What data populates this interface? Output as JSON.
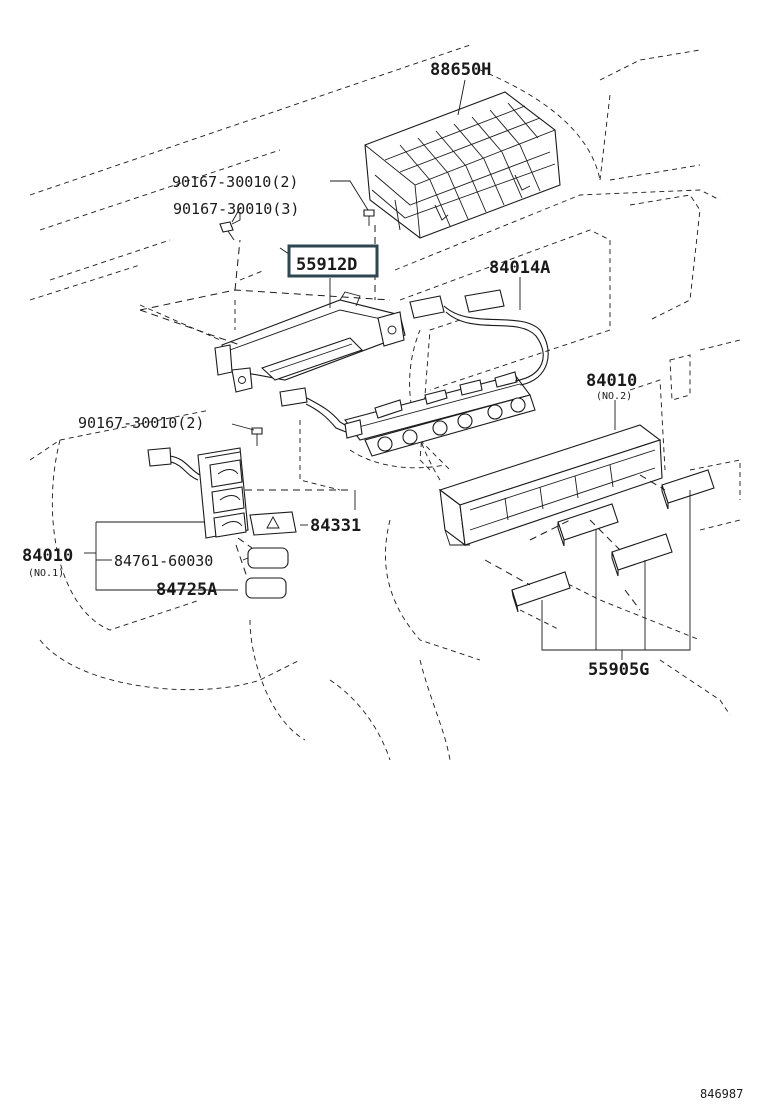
{
  "diagram": {
    "labels": {
      "p88650H": "88650H",
      "p90167_2a": "90167-30010(2)",
      "p90167_3": "90167-30010(3)",
      "p55912D": "55912D",
      "p84014A": "84014A",
      "p84010_no2": "84010",
      "p84010_no2_sub": "(NO.2)",
      "p90167_2b": "90167-30010(2)",
      "p84331": "84331",
      "p84010_no1": "84010",
      "p84010_no1_sub": "(NO.1)",
      "p84761": "84761-60030",
      "p84725A": "84725A",
      "p55905G": "55905G",
      "ref": "846987"
    },
    "highlighted_part": "55912D",
    "colors": {
      "ink": "#1a1a1a",
      "highlight_box": "#2e4650",
      "background": "#ffffff"
    }
  }
}
